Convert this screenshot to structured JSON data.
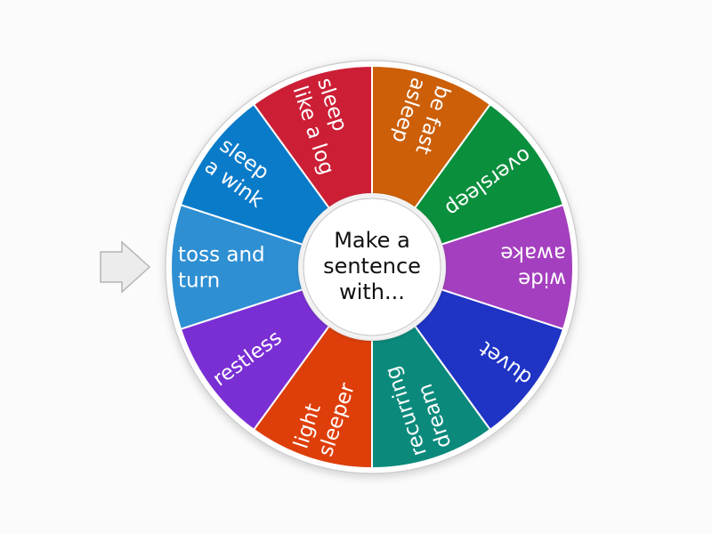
{
  "wheel": {
    "center_text_lines": [
      "Make a",
      "sentence",
      "with..."
    ],
    "pointer": {
      "icon": "arrow-right-icon",
      "fill": "#ececec",
      "stroke": "#b5b5b5"
    },
    "segments": [
      {
        "lines": [
          "toss and",
          "turn"
        ],
        "color": "#2e8fd3",
        "angle": 180
      },
      {
        "lines": [
          "sleep",
          "a wink"
        ],
        "color": "#0a7bc9",
        "angle": 216
      },
      {
        "lines": [
          "sleep",
          "like a log"
        ],
        "color": "#cc1f36",
        "angle": 252
      },
      {
        "lines": [
          "be fast",
          "asleep"
        ],
        "color": "#cc5f08",
        "angle": 288
      },
      {
        "lines": [
          "oversleep"
        ],
        "color": "#0a8f3d",
        "angle": 324
      },
      {
        "lines": [
          "wide",
          "awake"
        ],
        "color": "#a43fbf",
        "angle": 0
      },
      {
        "lines": [
          "duvet"
        ],
        "color": "#1f33c4",
        "angle": 36
      },
      {
        "lines": [
          "recurring",
          "dream"
        ],
        "color": "#0b8a7c",
        "angle": 72
      },
      {
        "lines": [
          "light",
          "sleeper"
        ],
        "color": "#de3f0a",
        "angle": 108
      },
      {
        "lines": [
          "restless"
        ],
        "color": "#7a2fd4",
        "angle": 144
      }
    ]
  }
}
